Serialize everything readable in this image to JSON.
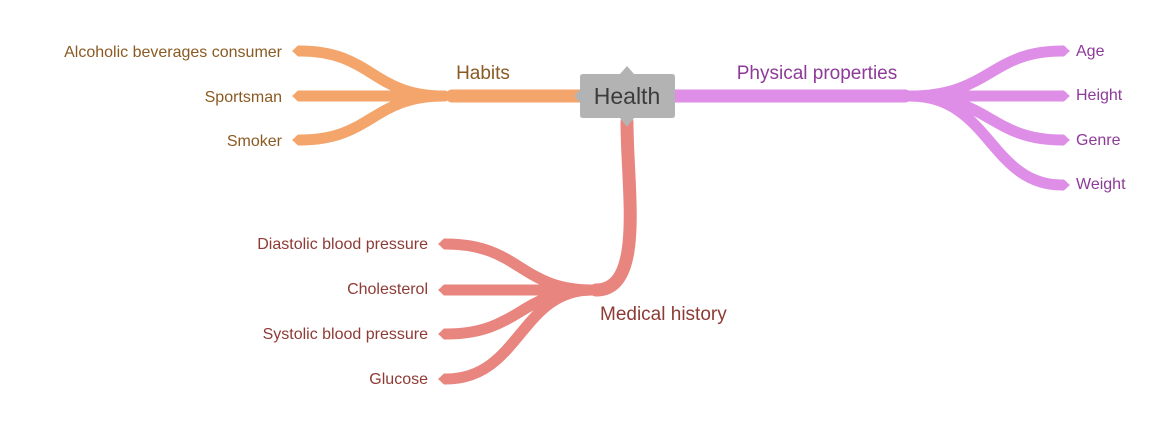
{
  "colors": {
    "habits": "#F3A56C",
    "habits_text": "#8A5A22",
    "physical": "#DE8EE6",
    "physical_text": "#8E3A98",
    "medical": "#E8857F",
    "medical_text": "#8E3B35",
    "center_fill": "#B3B3B3",
    "center_text": "#3C3C3C"
  },
  "center": {
    "label": "Health"
  },
  "branches": {
    "habits": {
      "label": "Habits",
      "leaves": [
        "Alcoholic beverages consumer",
        "Sportsman",
        "Smoker"
      ]
    },
    "physical": {
      "label": "Physical properties",
      "leaves": [
        "Age",
        "Height",
        "Genre",
        "Weight"
      ]
    },
    "medical": {
      "label": "Medical history",
      "leaves": [
        "Diastolic blood pressure",
        "Cholesterol",
        "Systolic blood pressure",
        "Glucose"
      ]
    }
  }
}
